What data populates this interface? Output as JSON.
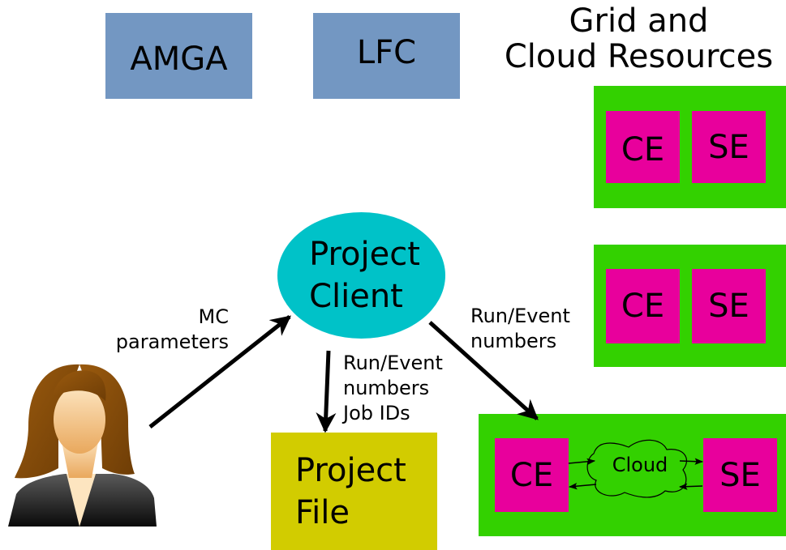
{
  "services": {
    "amga": "AMGA",
    "lfc": "LFC"
  },
  "grid": {
    "title_line1": "Grid and",
    "title_line2": "Cloud Resources",
    "sites": [
      {
        "ce": "CE",
        "se": "SE"
      },
      {
        "ce": "CE",
        "se": "SE"
      }
    ],
    "cloud_site": {
      "ce": "CE",
      "se": "SE",
      "cloud": "Cloud"
    }
  },
  "client": {
    "line1": "Project",
    "line2": "Client"
  },
  "project_file": {
    "line1": "Project",
    "line2": "File"
  },
  "labels": {
    "mc_line1": "MC",
    "mc_line2": "parameters",
    "file_line1": "Run/Event",
    "file_line2": "numbers",
    "file_line3": "Job IDs",
    "grid_line1": "Run/Event",
    "grid_line2": "numbers"
  },
  "user_icon": "user-avatar-icon",
  "colors": {
    "service_box": "#7397c2",
    "grid_site": "#33d100",
    "element": "#e8009c",
    "client": "#00c2c8",
    "project_file": "#d2cc00"
  }
}
